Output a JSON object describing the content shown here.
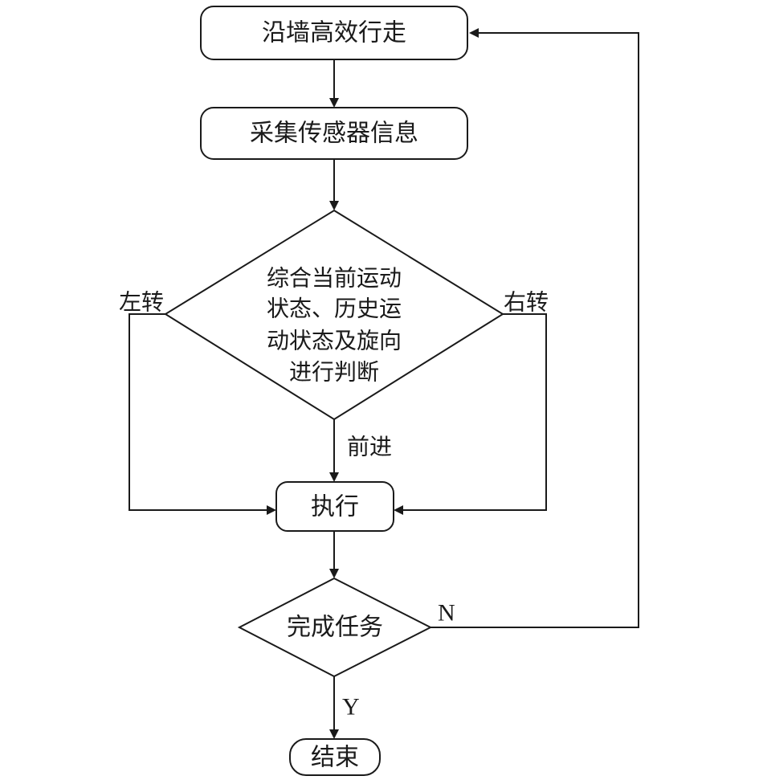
{
  "nodes": {
    "walk": {
      "label": "沿墙高效行走"
    },
    "collect": {
      "label": "采集传感器信息"
    },
    "judge": {
      "lines": [
        "综合当前运动",
        "状态、历史运",
        "动状态及旋向",
        "进行判断"
      ]
    },
    "execute": {
      "label": "执行"
    },
    "complete": {
      "label": "完成任务"
    },
    "end": {
      "label": "结束"
    }
  },
  "edges": {
    "left_turn": "左转",
    "right_turn": "右转",
    "forward": "前进",
    "no": "N",
    "yes": "Y"
  },
  "colors": {
    "stroke": "#1a1a1a",
    "fill": "#ffffff",
    "background": "#ffffff"
  }
}
